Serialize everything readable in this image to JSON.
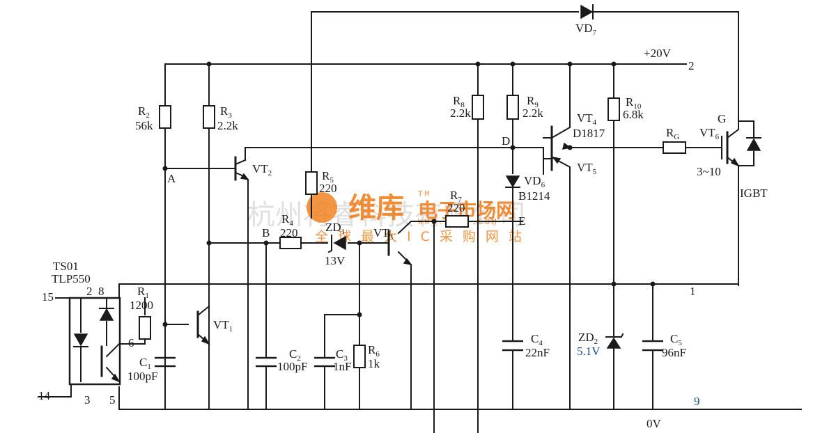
{
  "optocoupler": {
    "name": "TS01",
    "part": "TLP550",
    "pins": [
      "15",
      "2",
      "8",
      "6",
      "14",
      "3",
      "5"
    ]
  },
  "components": {
    "r1": {
      "name": "R",
      "sub": "1",
      "value": "1200"
    },
    "r2": {
      "name": "R",
      "sub": "2",
      "value": "56k"
    },
    "r3": {
      "name": "R",
      "sub": "3",
      "value": "2.2k"
    },
    "r4": {
      "name": "R",
      "sub": "4",
      "value": "220"
    },
    "r5": {
      "name": "R",
      "sub": "5",
      "value": "220"
    },
    "r6": {
      "name": "R",
      "sub": "6",
      "value": "1k"
    },
    "r7": {
      "name": "R",
      "sub": "7",
      "value": "220"
    },
    "r8": {
      "name": "R",
      "sub": "8",
      "value": "2.2k"
    },
    "r9": {
      "name": "R",
      "sub": "9",
      "value": "2.2k"
    },
    "r10": {
      "name": "R",
      "sub": "10",
      "value": "6.8k"
    },
    "rg": {
      "name": "R",
      "sub": "G"
    },
    "c1": {
      "name": "C",
      "sub": "1",
      "value": "100pF"
    },
    "c2": {
      "name": "C",
      "sub": "2",
      "value": "100pF"
    },
    "c3": {
      "name": "C",
      "sub": "3",
      "value": "1nF"
    },
    "c4": {
      "name": "C",
      "sub": "4",
      "value": "22nF"
    },
    "c5": {
      "name": "C",
      "sub": "5",
      "value": "96nF"
    },
    "zd1": {
      "name": "ZD",
      "sub": "1",
      "value": "13V"
    },
    "zd2": {
      "name": "ZD",
      "sub": "2",
      "value": "5.1V"
    },
    "vd6": {
      "name": "VD",
      "sub": "6",
      "part": "B1214"
    },
    "vd7": {
      "name": "VD",
      "sub": "7"
    },
    "vt1": {
      "name": "VT",
      "sub": "1"
    },
    "vt2": {
      "name": "VT",
      "sub": "2"
    },
    "vt3": {
      "name": "VT",
      "sub": "3"
    },
    "vt4": {
      "name": "VT",
      "sub": "4",
      "part": "D1817"
    },
    "vt5": {
      "name": "VT",
      "sub": "5"
    },
    "vt6": {
      "name": "VT",
      "sub": "6",
      "gate": "G",
      "value": "3~10",
      "type": "IGBT"
    }
  },
  "nodes": {
    "a": "A",
    "b": "B",
    "d": "D",
    "e": "E",
    "g": "G"
  },
  "rails": {
    "supply": "+20V",
    "supply_pin": "2",
    "mid_pin": "1",
    "ground": "0V",
    "ground_pin": "9"
  },
  "watermark": {
    "company": "杭州将睿科技有限公司",
    "logo": "维库",
    "logo_tail": "电子市场网",
    "url": "WWW.DZSC.COM",
    "slogan": "全球最大IC采购网站",
    "tm": "TM"
  },
  "colors": {
    "ink": "#1a1a1a",
    "value_blue": "#1e4f8c",
    "watermark_orange": "#f07a14",
    "watermark_gray": "#c7c7c7"
  }
}
